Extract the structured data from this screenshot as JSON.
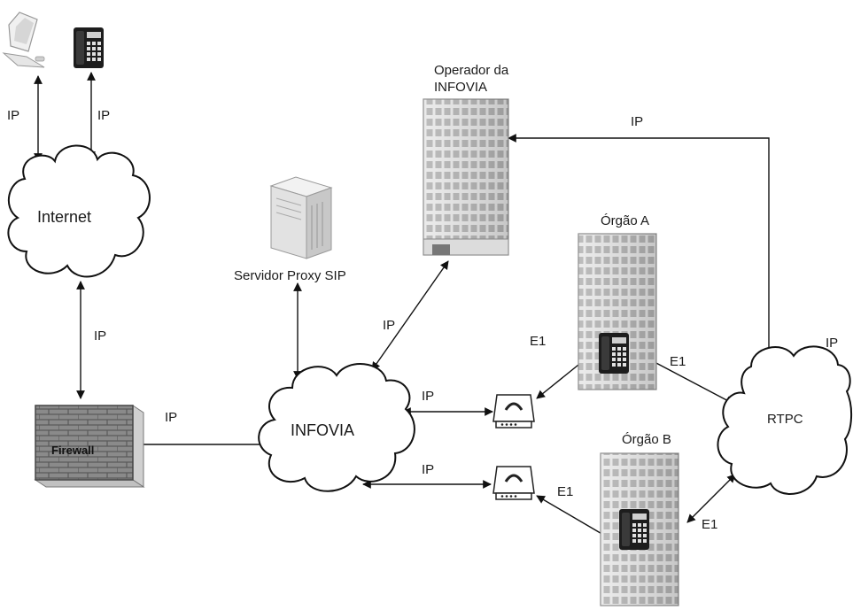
{
  "nodes": {
    "internet": "Internet",
    "firewall": "Firewall",
    "infovia": "INFOVIA",
    "rtpc": "RTPC",
    "proxy": "Servidor Proxy SIP",
    "operator_line1": "Operador da",
    "operator_line2": "INFOVIA",
    "orgao_a": "Órgão A",
    "orgao_b": "Órgão B"
  },
  "links": {
    "pc_internet": "IP",
    "phone_internet": "IP",
    "internet_firewall": "IP",
    "firewall_infovia": "IP",
    "infovia_operator": "IP",
    "operator_rtpc": "IP",
    "infovia_modem_a": "IP",
    "infovia_modem_b": "IP",
    "modem_a_phone": "E1",
    "phone_a_rtpc": "E1",
    "rtpc_extra": "IP",
    "modem_b_phone": "E1",
    "phone_b_rtpc": "E1"
  }
}
